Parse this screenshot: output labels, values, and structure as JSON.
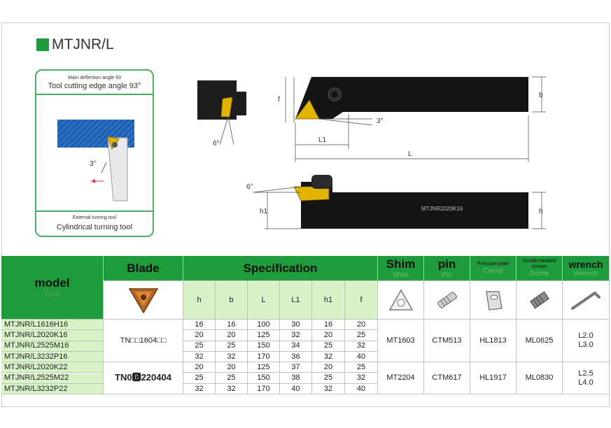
{
  "page": {
    "title": "MTJNR/L",
    "accent_color": "#1f9a3a"
  },
  "panel": {
    "main_label": "Main deflection angle 93",
    "cutting_label": "Tool cutting edge angle 93°",
    "angle_label": "3°",
    "external_label": "External turning tool",
    "cyl_label": "Cylindrical turning tool"
  },
  "diagram": {
    "angle_6_top": "6°",
    "angle_3": "3°",
    "dim_f": "f",
    "dim_b": "b",
    "dim_L1": "L1",
    "dim_L": "L",
    "angle_6_side": "6°",
    "dim_h1": "h1",
    "dim_h": "h",
    "shank_text": "MTJNR2020K16"
  },
  "table": {
    "headers": {
      "model": "model",
      "type": "Type",
      "blade": "Blade",
      "spec": "Specification",
      "shim": "Shim",
      "shim_sub": "Shim",
      "pin": "pin",
      "pin_sub": "Pin",
      "clamp": "Pressure plate",
      "clamp_sub": "Clamp",
      "screw": "Double-headed screws",
      "screw_sub": "Screw",
      "wrench": "wrench",
      "wrench_sub": "Wrench"
    },
    "spec_columns": [
      "h",
      "b",
      "L",
      "L1",
      "h1",
      "f"
    ],
    "icons": {
      "blade": "triangular-insert-icon",
      "shim": "shim-icon",
      "pin": "pin-icon",
      "clamp": "clamp-icon",
      "screw": "screw-icon",
      "wrench": "wrench-icon"
    },
    "rows": [
      {
        "model": "MTJNR/L1616H16",
        "h": "16",
        "b": "16",
        "L": "100",
        "L1": "30",
        "h1": "16",
        "f": "20"
      },
      {
        "model": "MTJNR/L2020K16",
        "h": "20",
        "b": "20",
        "L": "125",
        "L1": "32",
        "h1": "20",
        "f": "25"
      },
      {
        "model": "MTJNR/L2525M16",
        "h": "25",
        "b": "25",
        "L": "150",
        "L1": "34",
        "h1": "25",
        "f": "32"
      },
      {
        "model": "MTJNR/L3232P16",
        "h": "32",
        "b": "32",
        "L": "170",
        "L1": "36",
        "h1": "32",
        "f": "40"
      },
      {
        "model": "MTJNR/L2020K22",
        "h": "20",
        "b": "20",
        "L": "125",
        "L1": "37",
        "h1": "20",
        "f": "25"
      },
      {
        "model": "MTJNR/L2525M22",
        "h": "25",
        "b": "25",
        "L": "150",
        "L1": "38",
        "h1": "25",
        "f": "32"
      },
      {
        "model": "MTJNR/L3232P22",
        "h": "32",
        "b": "32",
        "L": "170",
        "L1": "40",
        "h1": "32",
        "f": "40"
      }
    ],
    "groups": [
      {
        "blade": "TN□□1604□□",
        "shim": "MT1603",
        "pin": "CTM513",
        "clamp": "HL1813",
        "screw": "ML0625",
        "wrench_a": "L2.0",
        "wrench_b": "L3.0"
      },
      {
        "blade": "TN0🅱220404",
        "shim": "MT2204",
        "pin": "CTM617",
        "clamp": "HL1917",
        "screw": "ML0830",
        "wrench_a": "L2.5",
        "wrench_b": "L4.0"
      }
    ]
  }
}
